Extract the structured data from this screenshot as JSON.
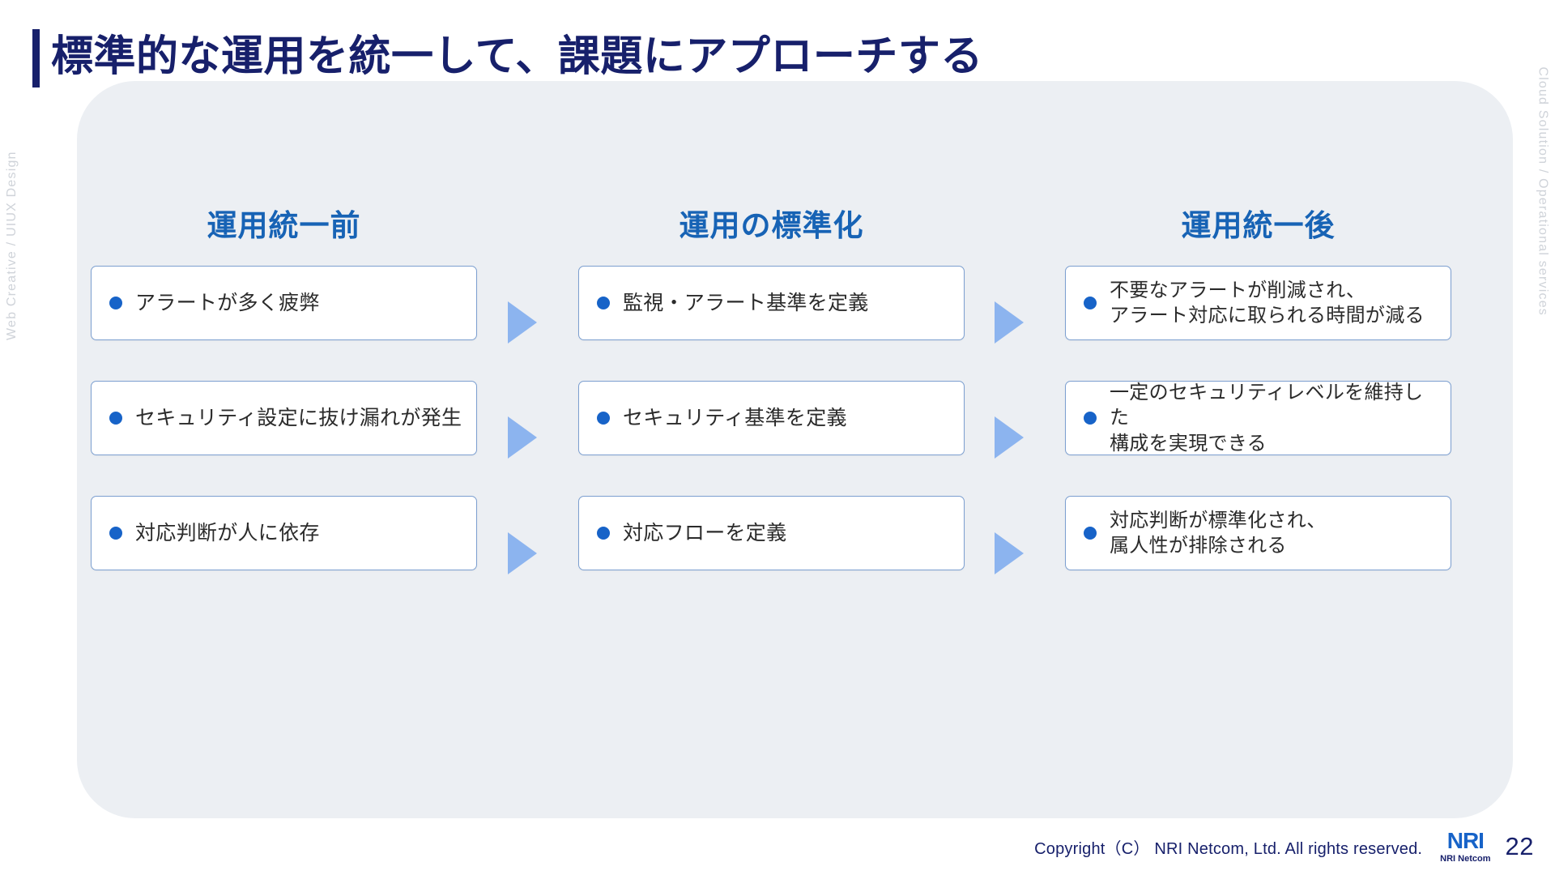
{
  "slide": {
    "title": "標準的な運用を統一して、課題にアプローチする",
    "accent_color": "#17206b",
    "panel_color": "#eceff3",
    "heading_color": "#1763b5",
    "bullet_color": "#1763c8",
    "arrow_color": "#8cb4ef",
    "card_border_color": "#7c9fd0"
  },
  "side_labels": {
    "left": "Web Creative  /  UIUX Design",
    "right": "Cloud Solution  /  Operational services"
  },
  "columns": [
    {
      "heading": "運用統一前",
      "cards": [
        {
          "text": "アラートが多く疲弊",
          "lines": 1
        },
        {
          "text": "セキュリティ設定に抜け漏れが発生",
          "lines": 1
        },
        {
          "text": "対応判断が人に依存",
          "lines": 1
        }
      ]
    },
    {
      "heading": "運用の標準化",
      "cards": [
        {
          "text": "監視・アラート基準を定義",
          "lines": 1
        },
        {
          "text": "セキュリティ基準を定義",
          "lines": 1
        },
        {
          "text": "対応フローを定義",
          "lines": 1
        }
      ]
    },
    {
      "heading": "運用統一後",
      "cards": [
        {
          "text": "不要なアラートが削減され、\nアラート対応に取られる時間が減る",
          "lines": 2
        },
        {
          "text": "一定のセキュリティレベルを維持した\n構成を実現できる",
          "lines": 2
        },
        {
          "text": "対応判断が標準化され、\n属人性が排除される",
          "lines": 2
        }
      ]
    }
  ],
  "arrows": {
    "label": "flow-arrow-right",
    "count": 6
  },
  "footer": {
    "copyright": "Copyright（C） NRI Netcom, Ltd. All rights reserved.",
    "logo_mark": "NRI",
    "logo_sub": "NRI Netcom",
    "page_number": "22"
  }
}
